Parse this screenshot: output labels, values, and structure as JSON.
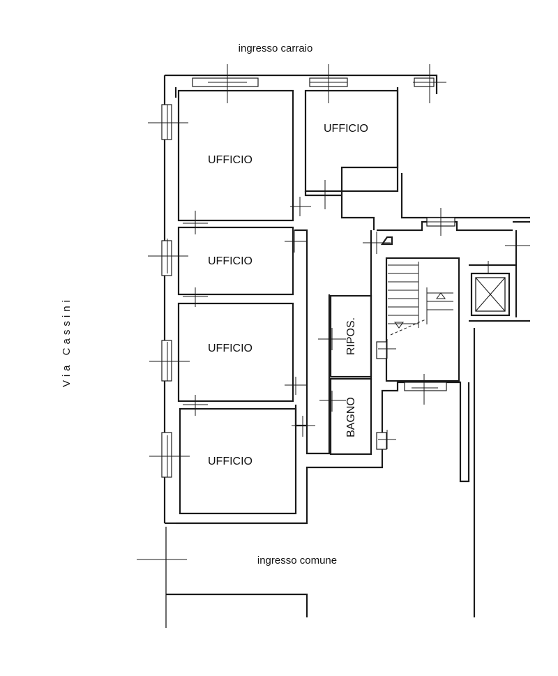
{
  "labels": {
    "ingresso_carraio": "ingresso carraio",
    "ingresso_comune": "ingresso comune",
    "street": "Via  Cassini"
  },
  "rooms": {
    "ufficio_1": "UFFICIO",
    "ufficio_2": "UFFICIO",
    "ufficio_3": "UFFICIO",
    "ufficio_4": "UFFICIO",
    "ufficio_5": "UFFICIO",
    "riposo": "RIPOS.",
    "bagno": "BAGNO"
  },
  "icons": {
    "stair": "stair-icon",
    "elevator": "elevator-shaft-icon",
    "window_mark": "window-crosshair-icon"
  }
}
